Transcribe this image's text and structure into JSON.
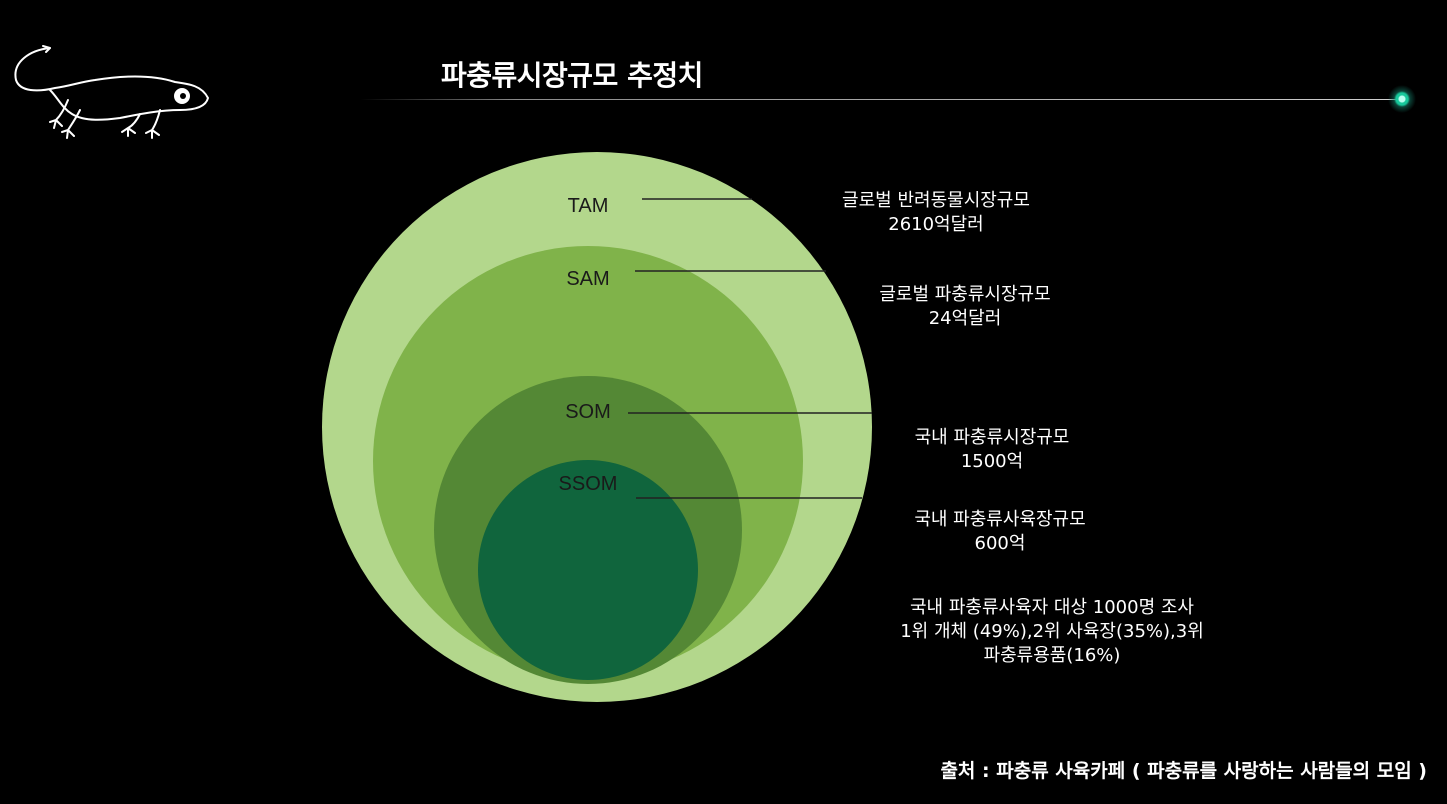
{
  "header": {
    "title": "파충류시장규모 추정치"
  },
  "rings": [
    {
      "label": "TAM",
      "desc_line1": "글로벌 반려동물시장규모",
      "desc_line2": "2610억달러",
      "color": "#b3d78c"
    },
    {
      "label": "SAM",
      "desc_line1": "글로벌 파충류시장규모",
      "desc_line2": "24억달러",
      "color": "#80b34a"
    },
    {
      "label": "SOM",
      "desc_line1": "국내 파충류시장규모",
      "desc_line2": "1500억",
      "color": "#548835"
    },
    {
      "label": "SSOM",
      "desc_line1": "국내 파충류사육장규모",
      "desc_line2": "600억",
      "color": "#10653d"
    }
  ],
  "survey": {
    "line1": "국내 파충류사육자 대상 1000명 조사",
    "line2": "1위 개체 (49%),2위 사육장(35%),3위",
    "line3": "파충류용품(16%)"
  },
  "footer": {
    "source": "출처 : 파충류 사육카페 ( 파충류를 사랑하는 사람들의 모임 )"
  },
  "icons": {
    "logo": "gecko-icon",
    "accent": "glow-dot-icon"
  },
  "colors": {
    "background": "#000000",
    "accent": "#17c89b"
  }
}
